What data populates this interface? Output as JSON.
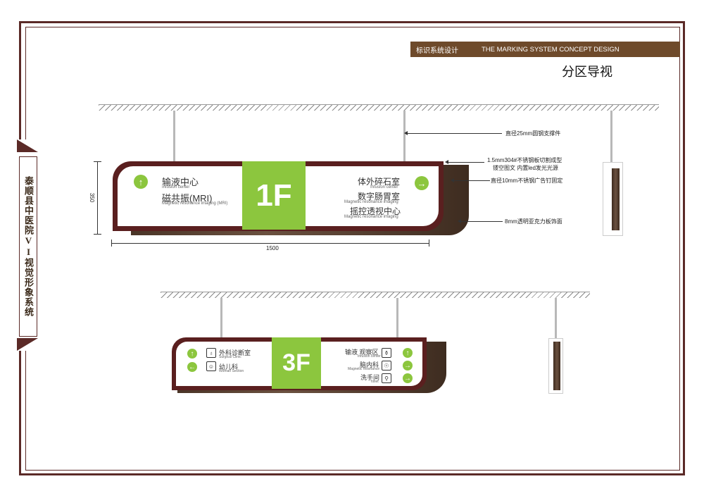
{
  "brand": {
    "vertical_title": "泰顺县中医院VI视觉形象系统"
  },
  "header": {
    "cn": "标识系统设计",
    "en": "THE MARKING SYSTEM CONCEPT DESIGN"
  },
  "section_title": "分区导视",
  "sign1": {
    "floor": "1F",
    "left_items": [
      {
        "cn": "输液中心",
        "en": "Infusion center"
      },
      {
        "cn": "磁共振(MRI)",
        "en": "Magnetic resonance imaging (MRI)"
      }
    ],
    "right_items": [
      {
        "cn": "体外碎石室",
        "en": "Infusion center"
      },
      {
        "cn": "数字肠胃室",
        "en": "Magnetic resonance imaging"
      },
      {
        "cn": "摇控透视中心",
        "en": "Magnetic resonance imaging"
      }
    ],
    "arrows": {
      "left": "up-arrow-icon",
      "right": "right-arrow-icon"
    },
    "dim_width": "1500",
    "dim_height": "350"
  },
  "notes": {
    "n1": "直径25mm圆钢支撑件",
    "n2a": "1.5mm304#不锈钢板切割成型",
    "n2b": "镂空图文 内置led发光光源",
    "n3": "直径10mm不锈钢广告钉固定",
    "n4": "8mm透明亚克力板饰面"
  },
  "sign3": {
    "floor": "3F",
    "left_items": [
      {
        "cn": "外科诊断室",
        "en": "Surgical Clinic",
        "icon": "stethoscope-icon"
      },
      {
        "cn": "幼儿科",
        "en": "Woman Section",
        "icon": "baby-icon"
      }
    ],
    "right_items": [
      {
        "cn": "输液 观察区",
        "en": "Infusion center",
        "icon": "drip-icon"
      },
      {
        "cn": "脑内科",
        "en": "Magnetic resonance",
        "icon": "brain-icon"
      },
      {
        "cn": "洗手间",
        "en": "Toilet",
        "icon": "toilet-icon"
      }
    ]
  },
  "colors": {
    "frame": "#5b2a27",
    "accent": "#8cc63e",
    "sign_frame": "#5a1f1f",
    "header": "#6e4a2b"
  }
}
